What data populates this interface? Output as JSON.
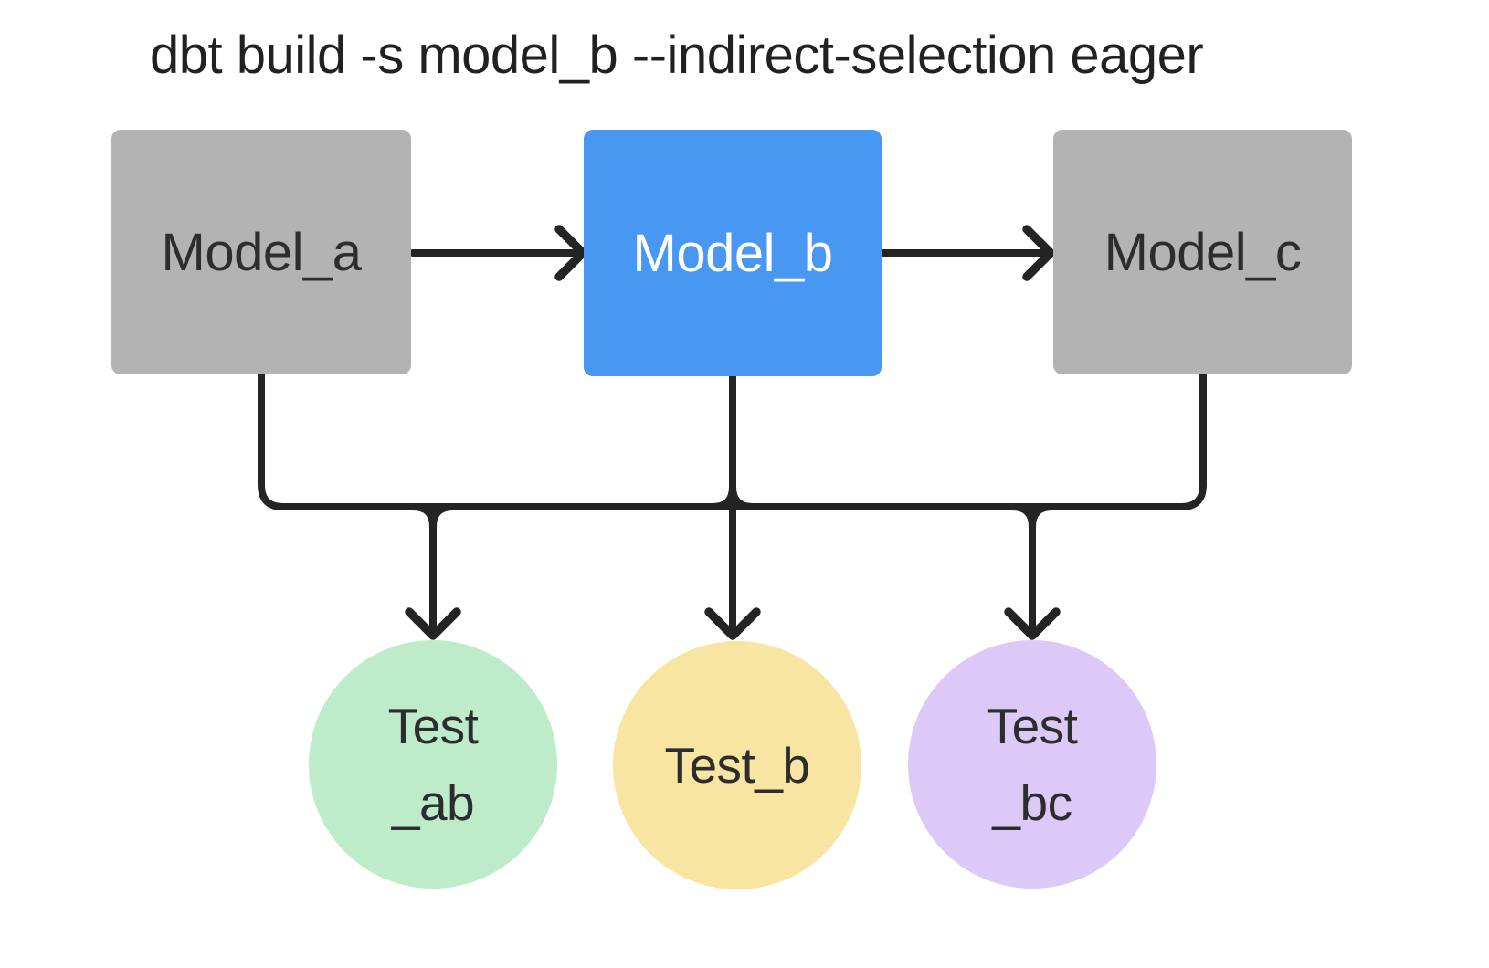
{
  "title": "dbt build -s model_b --indirect-selection eager",
  "colors": {
    "background": "#ffffff",
    "line": "#242424",
    "model_default": "#b3b3b3",
    "model_selected": "#4897f2",
    "test_ab": "#beeccb",
    "test_b": "#f8e5a2",
    "test_bc": "#ddc9f8",
    "text_dark": "#2d2d2d",
    "text_light": "#ffffff"
  },
  "icons": {
    "arrowhead-icon": "chevron"
  },
  "nodes": {
    "models": [
      {
        "id": "model_a",
        "label": "Model_a",
        "type": "model",
        "selected": false
      },
      {
        "id": "model_b",
        "label": "Model_b",
        "type": "model",
        "selected": true
      },
      {
        "id": "model_c",
        "label": "Model_c",
        "type": "model",
        "selected": false
      }
    ],
    "tests": [
      {
        "id": "test_ab",
        "label_lines": [
          "Test",
          "_ab"
        ]
      },
      {
        "id": "test_b",
        "label_lines": [
          "Test_b"
        ]
      },
      {
        "id": "test_bc",
        "label_lines": [
          "Test",
          "_bc"
        ]
      }
    ]
  },
  "edges": [
    {
      "from": "model_a",
      "to": "model_b"
    },
    {
      "from": "model_b",
      "to": "model_c"
    },
    {
      "from": "model_a",
      "to": "test_ab"
    },
    {
      "from": "model_b",
      "to": "test_ab"
    },
    {
      "from": "model_b",
      "to": "test_b"
    },
    {
      "from": "model_b",
      "to": "test_bc"
    },
    {
      "from": "model_c",
      "to": "test_bc"
    }
  ]
}
